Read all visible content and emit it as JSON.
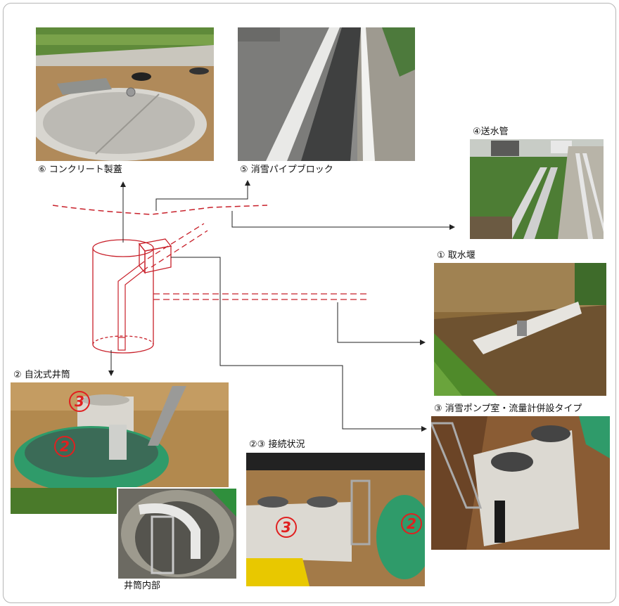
{
  "labels": {
    "concrete_lid": "⑥ コンクリート製蓋",
    "snow_pipe_block": "⑤ 消雪パイプブロック",
    "water_pipe": "④送水管",
    "intake_weir": "① 取水堰",
    "self_sinking_well": "② 自沈式井筒",
    "connection_status": "②③ 接続状況",
    "pump_room": "③ 消雪ポンプ室・流量計併設タイプ",
    "well_interior": "井筒内部"
  },
  "markers": {
    "three": "3",
    "two": "2"
  },
  "colors": {
    "diagram_red": "#c8202a",
    "arrow_dark": "#222222",
    "frame_border": "#b5b5b5",
    "well_green": "#2f9b6a",
    "concrete": "#d9d6cf"
  }
}
